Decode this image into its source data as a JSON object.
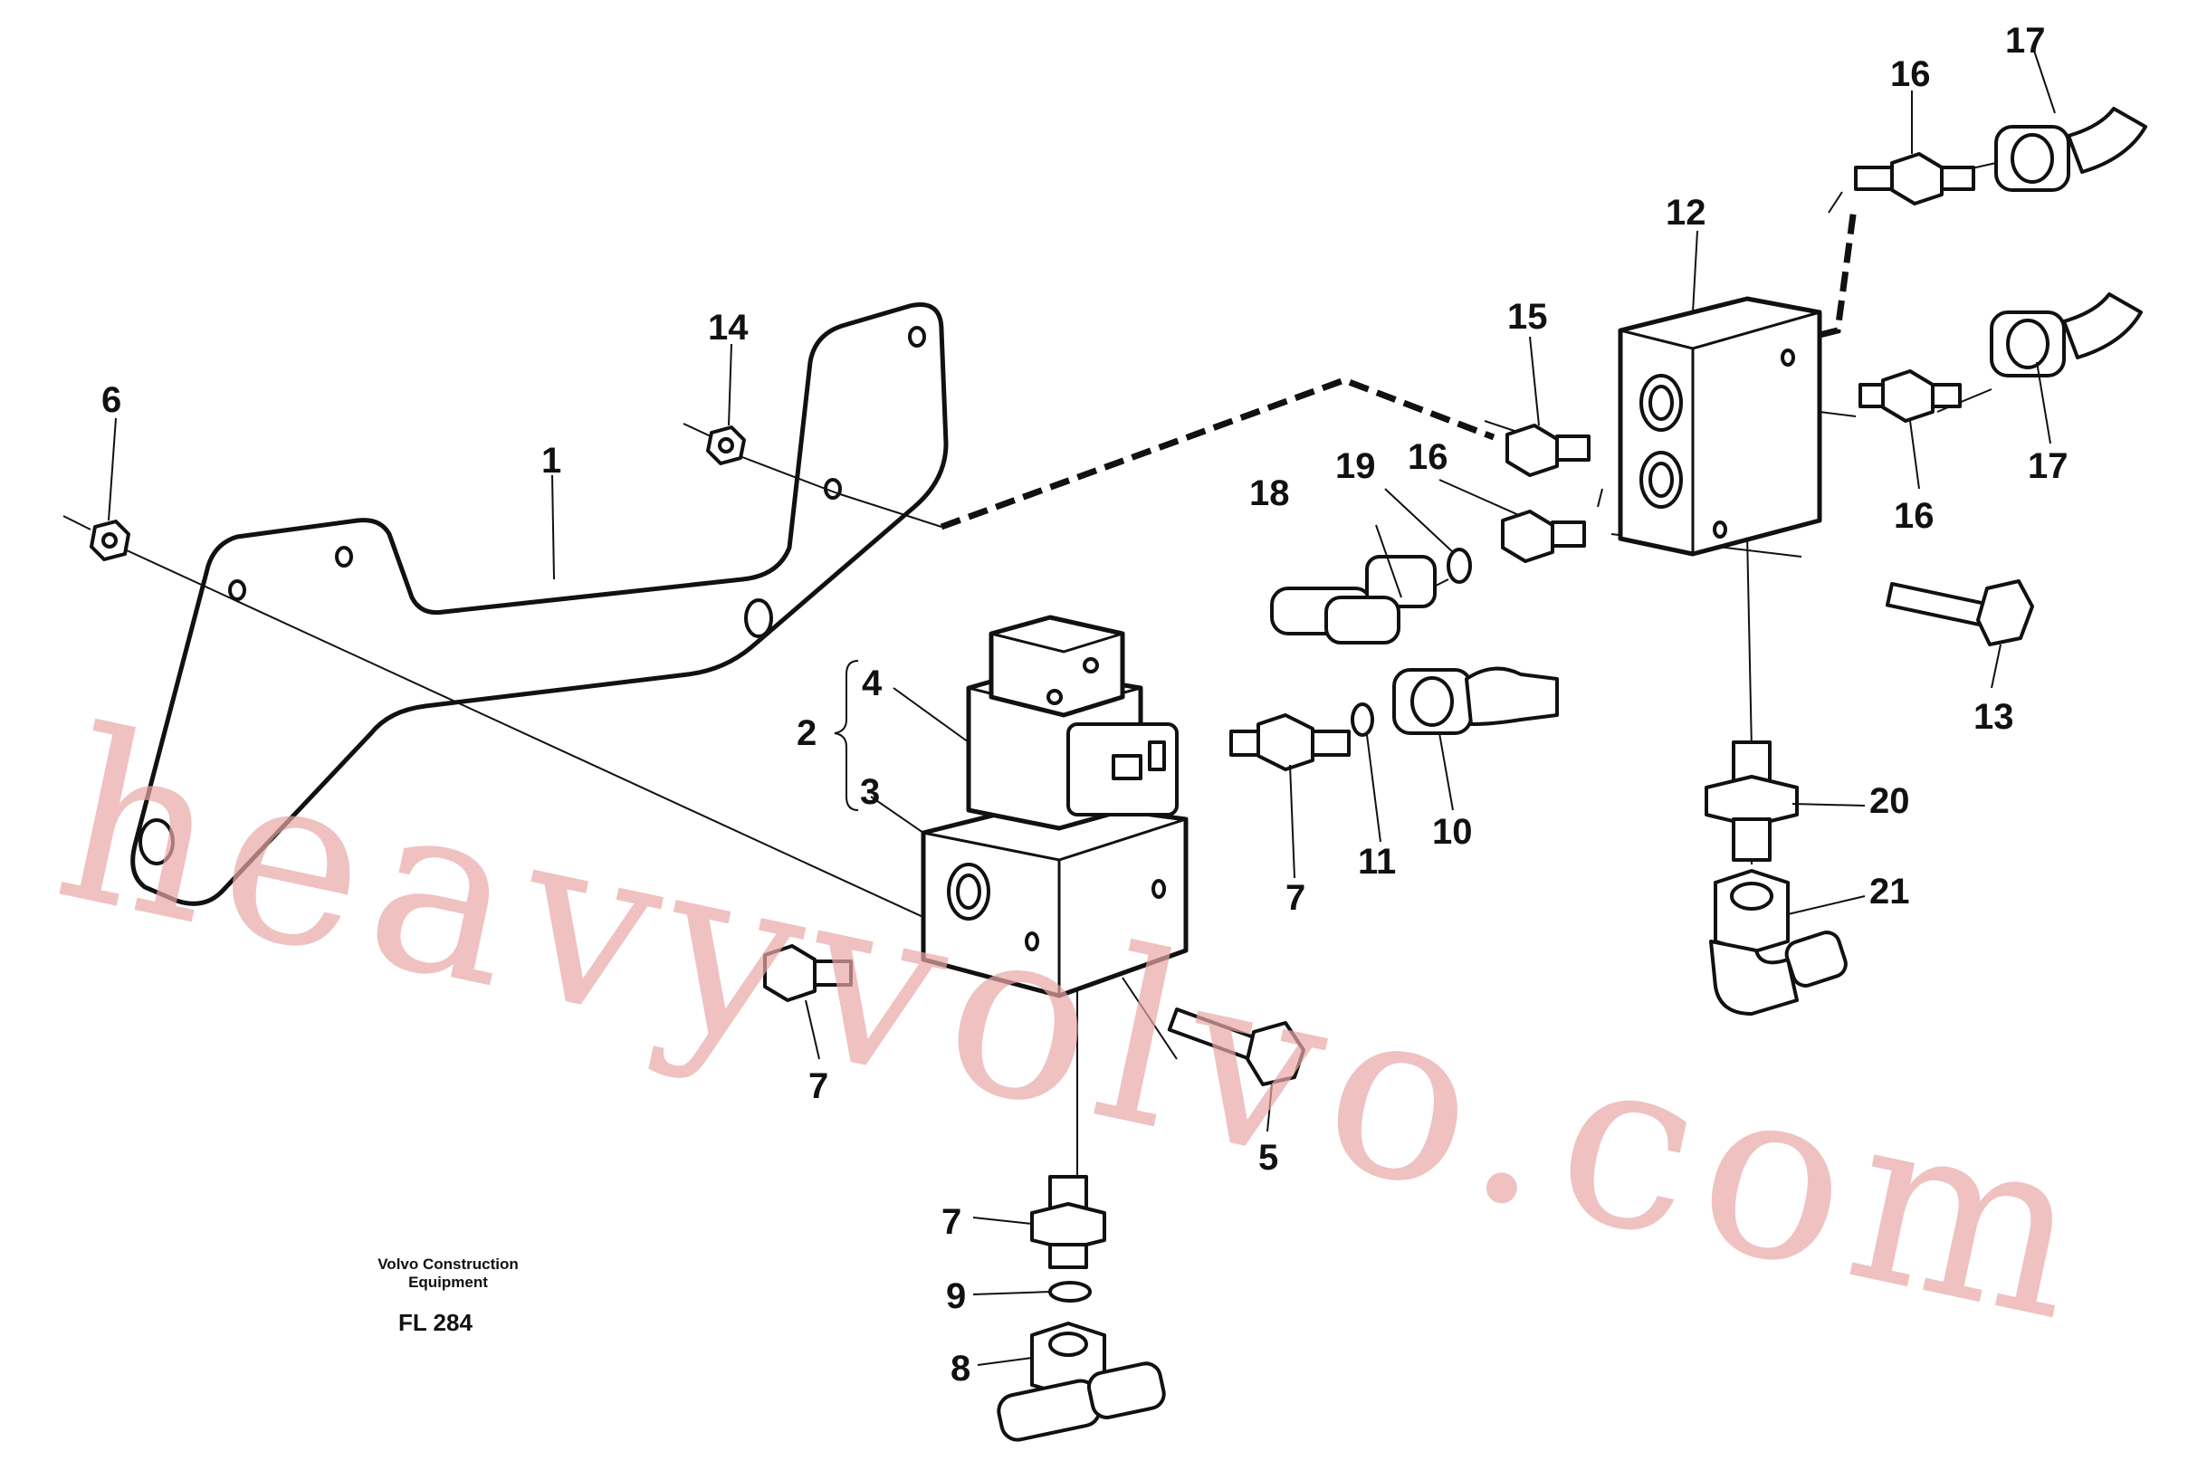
{
  "caption": {
    "line1": "Volvo Construction",
    "line2": "Equipment",
    "code": "FL 284"
  },
  "watermark": "heavyvolvo.com",
  "callouts": {
    "c1": "1",
    "c2": "2",
    "c3": "3",
    "c4": "4",
    "c5": "5",
    "c6": "6",
    "c7a": "7",
    "c7b": "7",
    "c7c": "7",
    "c8": "8",
    "c9": "9",
    "c10": "10",
    "c11": "11",
    "c12": "12",
    "c13": "13",
    "c14": "14",
    "c15": "15",
    "c16a": "16",
    "c16b": "16",
    "c16c": "16",
    "c17a": "17",
    "c17b": "17",
    "c18": "18",
    "c19": "19",
    "c20": "20",
    "c21": "21"
  }
}
